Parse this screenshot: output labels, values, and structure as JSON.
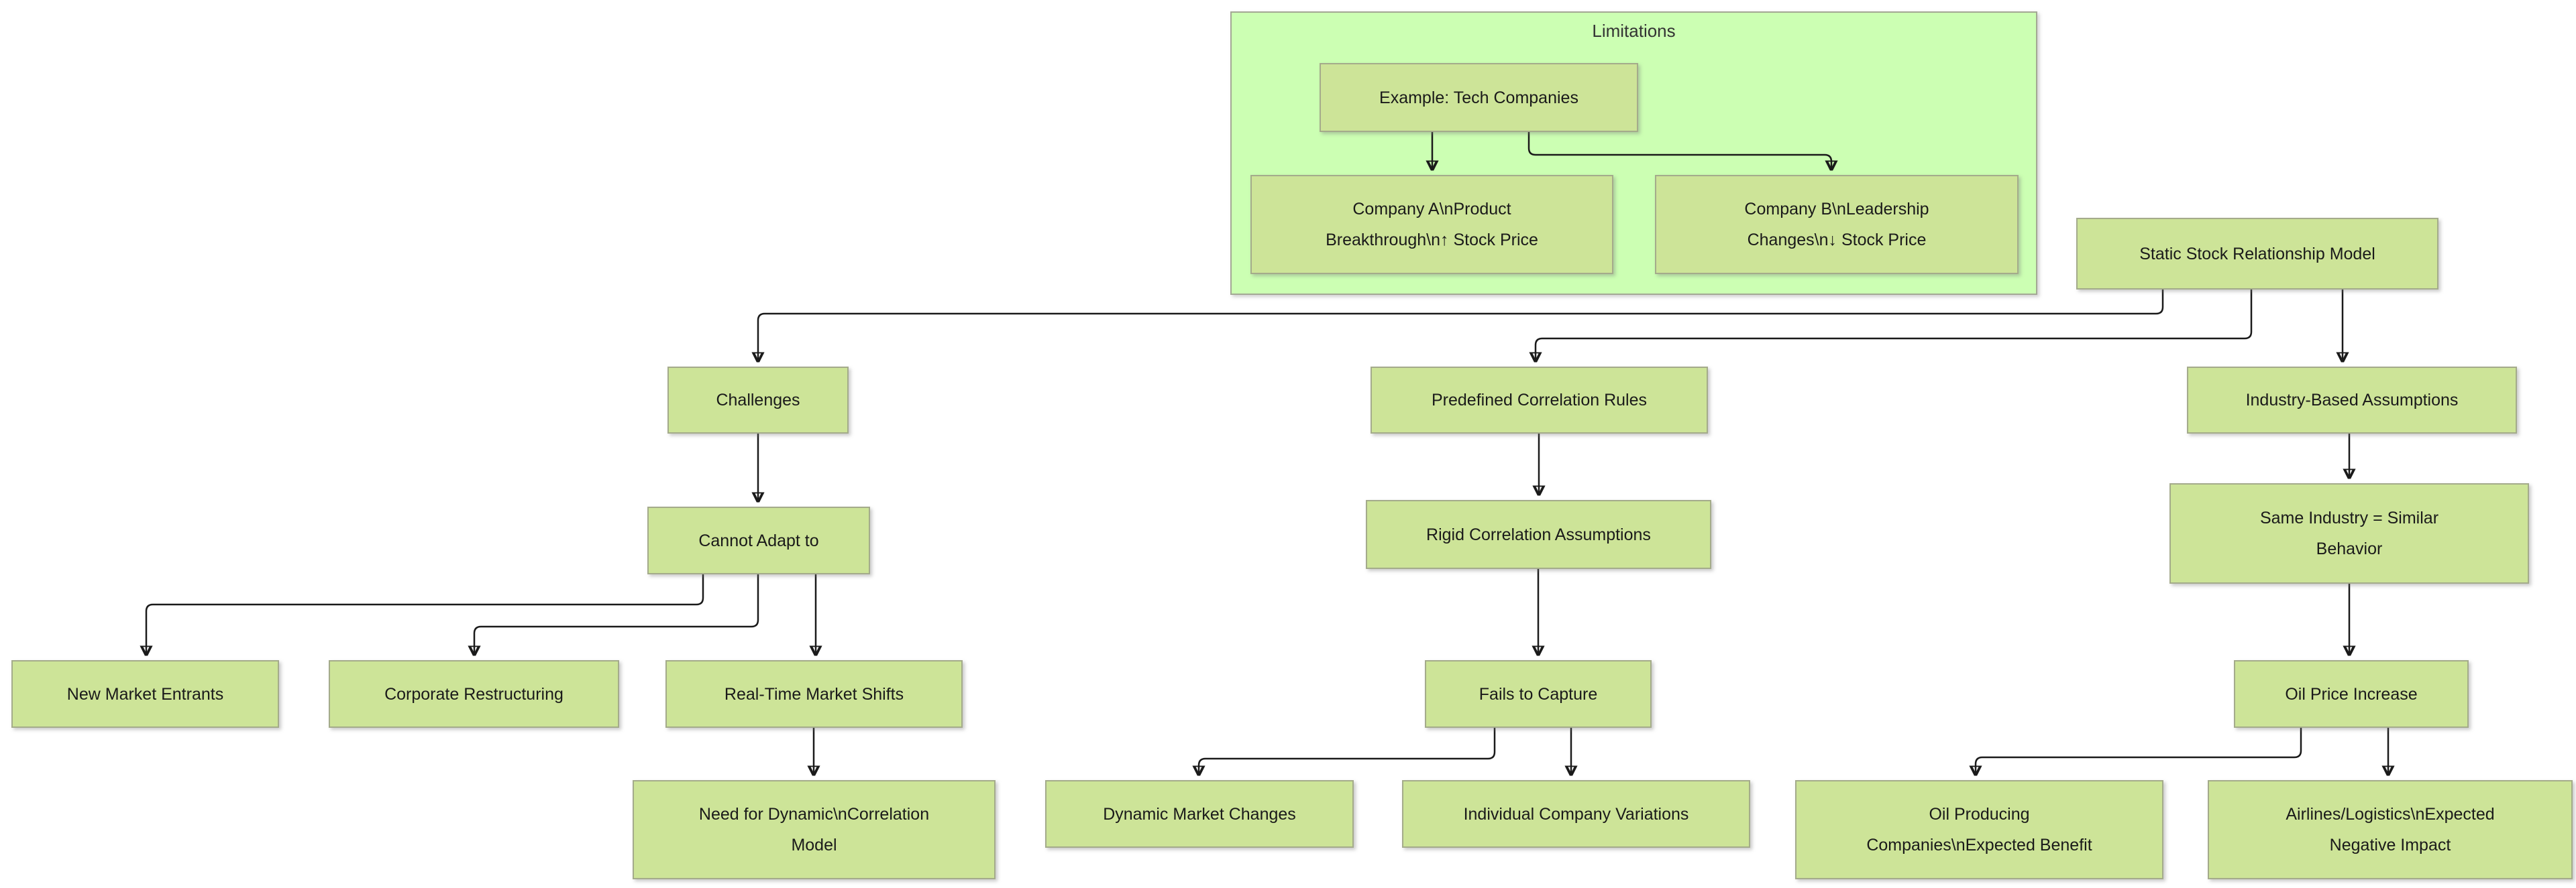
{
  "diagram": {
    "type": "flowchart",
    "cluster": {
      "label": "Limitations"
    },
    "nodes": {
      "example": {
        "lines": [
          "Example: Tech Companies"
        ]
      },
      "company_a": {
        "lines": [
          "Company A\\nProduct",
          "Breakthrough\\n↑ Stock Price"
        ]
      },
      "company_b": {
        "lines": [
          "Company B\\nLeadership",
          "Changes\\n↓ Stock Price"
        ]
      },
      "static_model": {
        "lines": [
          "Static Stock Relationship Model"
        ]
      },
      "challenges": {
        "lines": [
          "Challenges"
        ]
      },
      "predefined_rules": {
        "lines": [
          "Predefined Correlation Rules"
        ]
      },
      "industry_assumptions": {
        "lines": [
          "Industry-Based Assumptions"
        ]
      },
      "cannot_adapt": {
        "lines": [
          "Cannot Adapt to"
        ]
      },
      "rigid_assumptions": {
        "lines": [
          "Rigid Correlation Assumptions"
        ]
      },
      "same_industry": {
        "lines": [
          "Same Industry = Similar",
          "Behavior"
        ]
      },
      "new_market": {
        "lines": [
          "New Market Entrants"
        ]
      },
      "corporate_restructuring": {
        "lines": [
          "Corporate Restructuring"
        ]
      },
      "real_time_shifts": {
        "lines": [
          "Real-Time Market Shifts"
        ]
      },
      "need_dynamic": {
        "lines": [
          "Need for Dynamic\\nCorrelation",
          "Model"
        ]
      },
      "fails_capture": {
        "lines": [
          "Fails to Capture"
        ]
      },
      "dynamic_changes": {
        "lines": [
          "Dynamic Market Changes"
        ]
      },
      "individual_variations": {
        "lines": [
          "Individual Company Variations"
        ]
      },
      "oil_price": {
        "lines": [
          "Oil Price Increase"
        ]
      },
      "oil_producing": {
        "lines": [
          "Oil Producing",
          "Companies\\nExpected Benefit"
        ]
      },
      "airlines_logistics": {
        "lines": [
          "Airlines/Logistics\\nExpected",
          "Negative Impact"
        ]
      }
    },
    "edges": [
      {
        "from": "example",
        "to": "company_a"
      },
      {
        "from": "example",
        "to": "company_b"
      },
      {
        "from": "static_model",
        "to": "challenges"
      },
      {
        "from": "static_model",
        "to": "predefined_rules"
      },
      {
        "from": "static_model",
        "to": "industry_assumptions"
      },
      {
        "from": "challenges",
        "to": "cannot_adapt"
      },
      {
        "from": "cannot_adapt",
        "to": "new_market"
      },
      {
        "from": "cannot_adapt",
        "to": "corporate_restructuring"
      },
      {
        "from": "cannot_adapt",
        "to": "real_time_shifts"
      },
      {
        "from": "real_time_shifts",
        "to": "need_dynamic"
      },
      {
        "from": "predefined_rules",
        "to": "rigid_assumptions"
      },
      {
        "from": "rigid_assumptions",
        "to": "fails_capture"
      },
      {
        "from": "fails_capture",
        "to": "dynamic_changes"
      },
      {
        "from": "fails_capture",
        "to": "individual_variations"
      },
      {
        "from": "industry_assumptions",
        "to": "same_industry"
      },
      {
        "from": "same_industry",
        "to": "oil_price"
      },
      {
        "from": "oil_price",
        "to": "oil_producing"
      },
      {
        "from": "oil_price",
        "to": "airlines_logistics"
      }
    ],
    "colors": {
      "node_fill": "#cde498",
      "node_border": "#a4ab8b",
      "cluster_fill": "#ccffb3",
      "cluster_border": "#a3a894",
      "edge": "#1a1a1a",
      "text": "#1a1a1a"
    }
  }
}
